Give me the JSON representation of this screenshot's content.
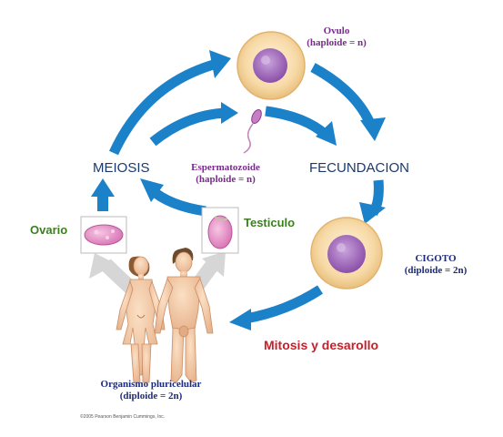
{
  "labels": {
    "ovulo_line1": "Ovulo",
    "ovulo_line2": "(haploide = n)",
    "meiosis": "MEIOSIS",
    "fecundacion": "FECUNDACION",
    "esperma_line1": "Espermatozoide",
    "esperma_line2": "(haploide = n)",
    "ovario": "Ovario",
    "testiculo": "Testiculo",
    "cigoto_line1": "CIGOTO",
    "cigoto_line2": "(diploide = 2n)",
    "mitosis": "Mitosis y desarollo",
    "organismo_line1": "Organismo pluricelular",
    "organismo_line2": "(diploide = 2n)",
    "copyright": "©2005 Pearson Benjamin Cummings, Inc."
  },
  "colors": {
    "arrow": "#1b82c9",
    "gray_arrow": "#d8d8d8",
    "purple_text": "#7a2a8c",
    "navy_text": "#1b2a7a",
    "green_text": "#3c7f1e",
    "red_text": "#c8202a",
    "cell_outer": "#f6d9a4",
    "cell_nucleus": "#9a5fb4"
  }
}
